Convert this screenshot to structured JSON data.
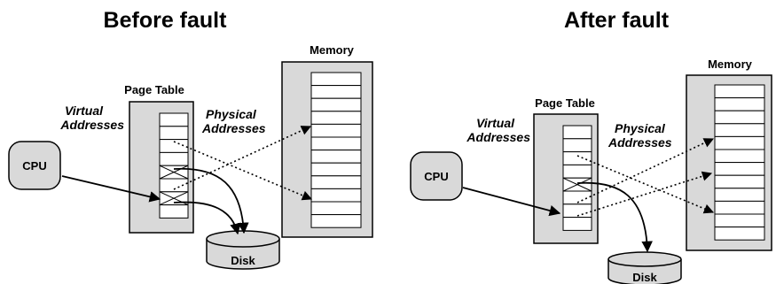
{
  "diagrams": [
    {
      "title": "Before fault",
      "cpu": "CPU",
      "page_table": "Page Table",
      "memory": "Memory",
      "disk": "Disk",
      "virtual_line1": "Virtual",
      "virtual_line2": "Addresses",
      "physical_line1": "Physical",
      "physical_line2": "Addresses"
    },
    {
      "title": "After fault",
      "cpu": "CPU",
      "page_table": "Page Table",
      "memory": "Memory",
      "disk": "Disk",
      "virtual_line1": "Virtual",
      "virtual_line2": "Addresses",
      "physical_line1": "Physical",
      "physical_line2": "Addresses"
    }
  ]
}
